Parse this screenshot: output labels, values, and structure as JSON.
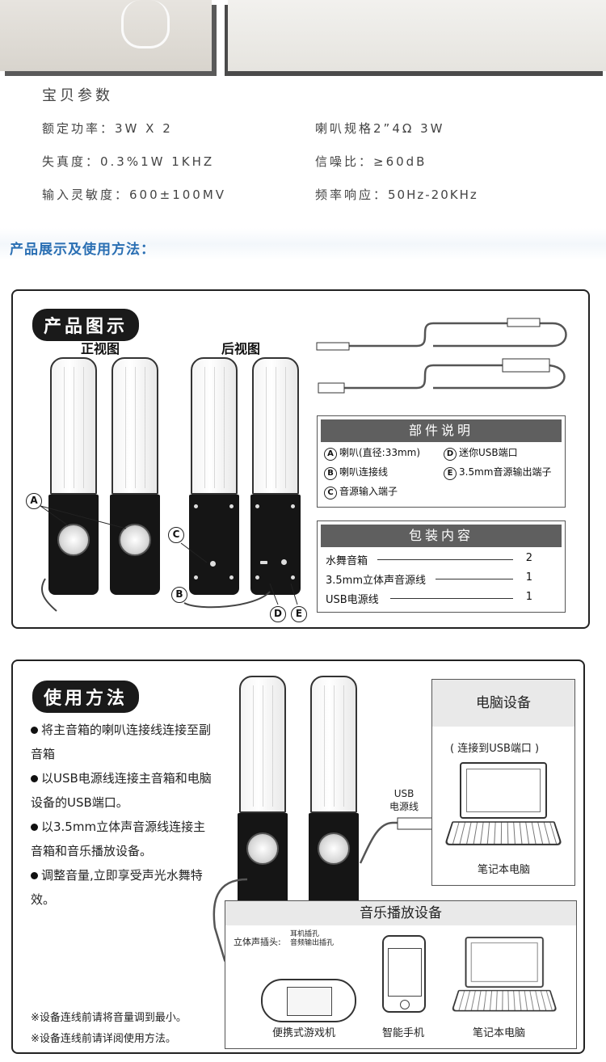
{
  "specs": {
    "title": "宝贝参数",
    "rated_power": "额定功率：3W X 2",
    "speaker_spec": "喇叭规格2”4Ω 3W",
    "distortion": "失真度：0.3%1W 1KHZ",
    "snr": "信噪比：≥60dB",
    "input_sensitivity": "输入灵敏度：600±100MV",
    "frequency_response_label": "频率响应：",
    "frequency_response_value": "50Hz-20KHz"
  },
  "howto_heading": "产品展示及使用方法：",
  "product_diagram": {
    "title": "产品图示",
    "front_view": "正视图",
    "back_view": "后视图",
    "callouts": {
      "a": "A",
      "b": "B",
      "c": "C",
      "d": "D",
      "e": "E"
    }
  },
  "parts": {
    "title": "部件说明",
    "items": [
      {
        "letter": "A",
        "label": "喇叭(直径:33mm)"
      },
      {
        "letter": "D",
        "label": "迷你USB端口"
      },
      {
        "letter": "B",
        "label": "喇叭连接线"
      },
      {
        "letter": "E",
        "label": "3.5mm音源输出端子"
      },
      {
        "letter": "C",
        "label": "音源输入端子"
      }
    ]
  },
  "package": {
    "title": "包装内容",
    "items": [
      {
        "name": "水舞音箱",
        "qty": "2"
      },
      {
        "name": "3.5mm立体声音源线",
        "qty": "1"
      },
      {
        "name": "USB电源线",
        "qty": "1"
      }
    ]
  },
  "usage": {
    "title": "使用方法",
    "steps": [
      "将主音箱的喇叭连接线连接至副音箱",
      "以USB电源线连接主音箱和电脑设备的USB端口。",
      "以3.5mm立体声音源线连接主音箱和音乐播放设备。",
      "调整音量,立即享受声光水舞特效。"
    ],
    "notes": [
      "※设备连线前请将音量调到最小。",
      "※设备连线前请详阅使用方法。"
    ],
    "usb_label_line1": "USB",
    "usb_label_line2": "电源线",
    "computer": {
      "title": "电脑设备",
      "note": "( 连接到USB端口 )",
      "caption": "笔记本电脑"
    },
    "music": {
      "title": "音乐播放设备",
      "plug_label": "立体声插头:",
      "jack_line1": "耳机插孔",
      "jack_line2": "音频输出插孔",
      "devices": [
        "便携式游戏机",
        "智能手机",
        "笔记本电脑"
      ]
    }
  }
}
